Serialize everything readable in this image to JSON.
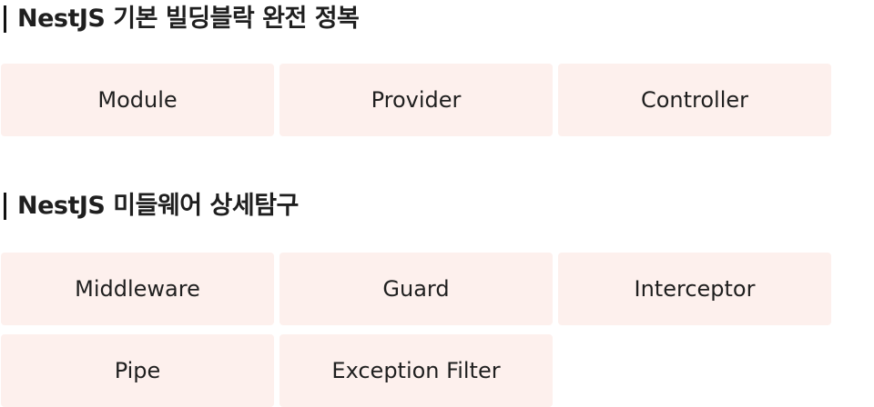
{
  "sections": [
    {
      "title": "NestJS 기본 빌딩블락 완전 정복",
      "cards": [
        "Module",
        "Provider",
        "Controller"
      ]
    },
    {
      "title": "NestJS 미들웨어 상세탐구",
      "cards": [
        "Middleware",
        "Guard",
        "Interceptor",
        "Pipe",
        "Exception Filter"
      ]
    }
  ],
  "colors": {
    "card_background": "#fdf0ed",
    "text": "#1f1f1f",
    "title_bar": "#111111"
  }
}
